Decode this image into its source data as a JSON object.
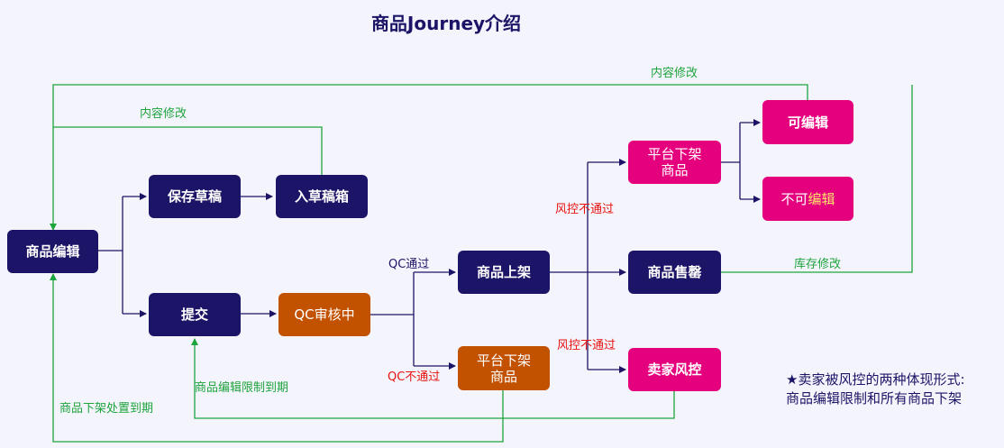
{
  "title": "商品Journey介绍",
  "nodes": {
    "edit": "商品编辑",
    "save_draft": "保存草稿",
    "draft_box": "入草稿箱",
    "submit": "提交",
    "qc_review": "QC审核中",
    "on_shelf": "商品上架",
    "off_shelf_qc": "平台下架\n商品",
    "off_shelf_risk": "平台下架\n商品",
    "editable": "可编辑",
    "not_editable": "不可编辑",
    "sold_out": "商品售罄",
    "seller_risk": "卖家风控"
  },
  "edge_labels": {
    "content_edit_top": "内容修改",
    "content_edit_draft": "内容修改",
    "qc_pass": "QC通过",
    "qc_fail": "QC不通过",
    "risk_fail_top": "风控不通过",
    "risk_fail_bottom": "风控不通过",
    "stock_edit": "库存修改",
    "edit_limit_expire": "商品编辑限制到期",
    "off_shelf_expire": "商品下架处置到期"
  },
  "note": {
    "line1": "★卖家被风控的两种体现形式:",
    "line2": "商品编辑限制和所有商品下架"
  },
  "colors": {
    "navy": "#1c1466",
    "orange": "#c25100",
    "pink": "#e5007e",
    "green_line": "#1ea43c",
    "red_text": "#e8120f",
    "background": "#f4f4fd"
  }
}
